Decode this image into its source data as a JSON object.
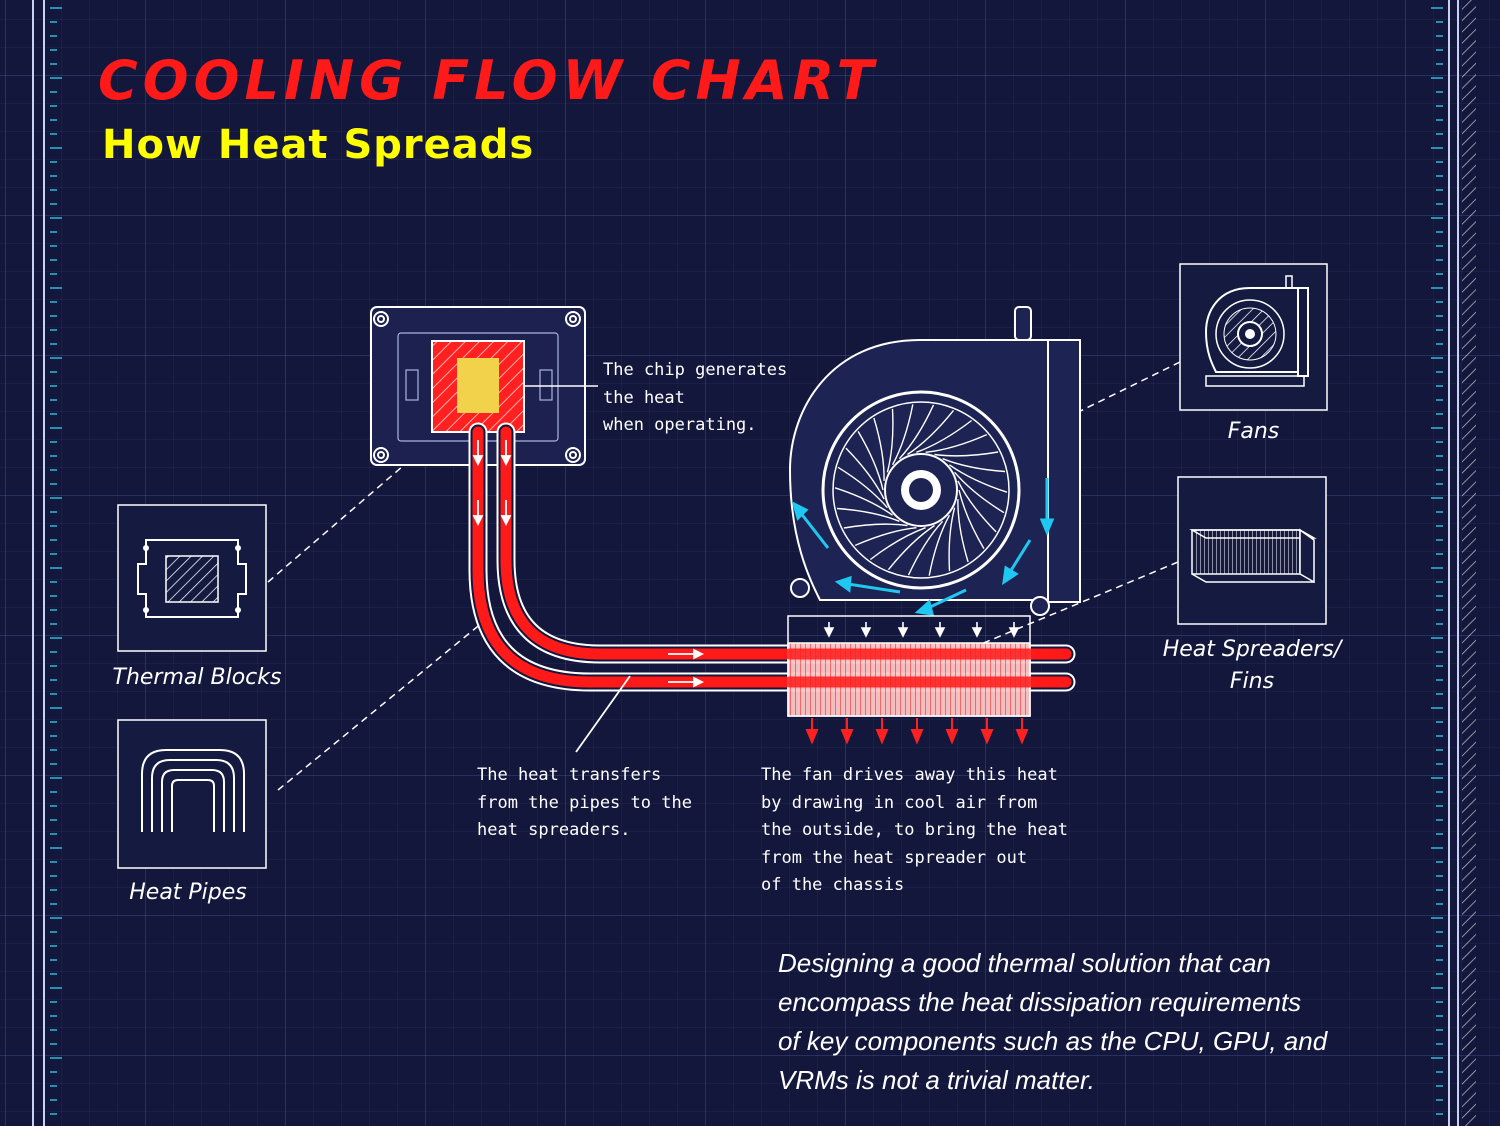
{
  "header": {
    "title": "COOLING FLOW CHART",
    "subtitle": "How Heat Spreads"
  },
  "labels": {
    "thermal_blocks": "Thermal Blocks",
    "heat_pipes": "Heat Pipes",
    "fans": "Fans",
    "heat_spreaders": "Heat Spreaders/\nFins"
  },
  "notes": {
    "chip": "The chip generates\nthe heat\nwhen operating.",
    "pipes": "The heat transfers\nfrom the pipes to the\nheat spreaders.",
    "fan": "The fan drives away this heat\nby drawing in cool air from\nthe outside, to bring the heat\nfrom the heat spreader out\nof the chassis"
  },
  "paragraph": "Designing a good thermal solution that can\nencompass the heat dissipation requirements\nof key components such as the CPU, GPU, and\nVRMs is not a trivial matter.",
  "colors": {
    "background": "#14173c",
    "title": "#ff1a1a",
    "subtitle": "#ffff00",
    "heat_red": "#ff1a1a",
    "chip_yellow": "#f2d24b",
    "airflow_cyan": "#1ec8f0",
    "line": "#ffffff"
  }
}
